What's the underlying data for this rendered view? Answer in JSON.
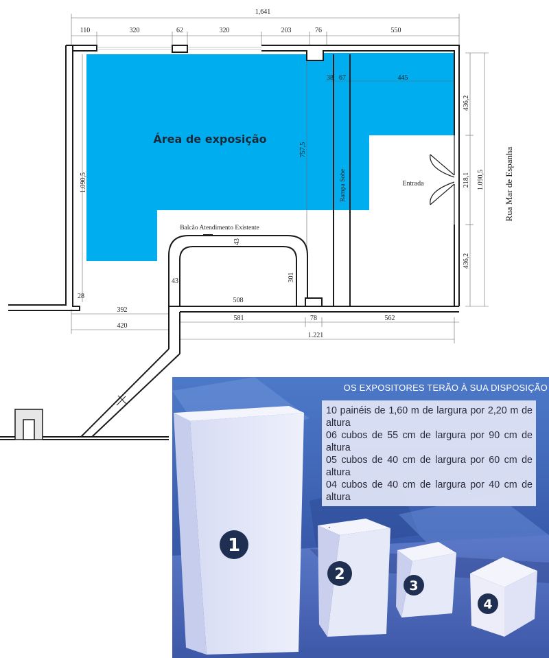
{
  "floor_plan": {
    "dims_top": {
      "total": "1,641",
      "segments": [
        "110",
        "320",
        "62",
        "320",
        "203",
        "76",
        "550"
      ]
    },
    "dims_inner": {
      "d38": "38",
      "d67": "67",
      "d445": "445",
      "d757": "757,5"
    },
    "dims_left": {
      "height": "1.090,5",
      "corner": "28"
    },
    "dims_right": {
      "top": "436,2",
      "door": "218,1",
      "bottom": "436,2",
      "total": "1.090,5"
    },
    "dims_bottom": {
      "d392": "392",
      "d420": "420",
      "d581": "581",
      "d78": "78",
      "d562": "562",
      "total": "1.221"
    },
    "counter_dims": {
      "top": "43",
      "left": "43",
      "right": "301",
      "bottom": "508"
    },
    "labels": {
      "exhibition_area": "Área de exposição",
      "counter": "Balcão Atendimento Existente",
      "ramp": "Rampa Sobe",
      "entrance": "Entrada",
      "street": "Rua Mar de Espanha"
    },
    "colors": {
      "exhibition_fill": "#00aeef",
      "walls": "#1a1a1a"
    }
  },
  "promo": {
    "heading": "OS EXPOSITORES TERÃO À SUA DISPOSIÇÃO",
    "lines": [
      "10 painéis de 1,60 m de largura por 2,20 m de altura",
      "06 cubos de 55 cm de largura por 90 cm de altura",
      "05 cubos de 40 cm de largura por 60 cm de altura",
      "04 cubos de 40 cm de largura por 40 cm de altura"
    ],
    "trailing_mark": ".",
    "cube_numbers": [
      "1",
      "2",
      "3",
      "4"
    ],
    "colors": {
      "background": "#3a5cad",
      "badge": "#1f2f52"
    }
  }
}
